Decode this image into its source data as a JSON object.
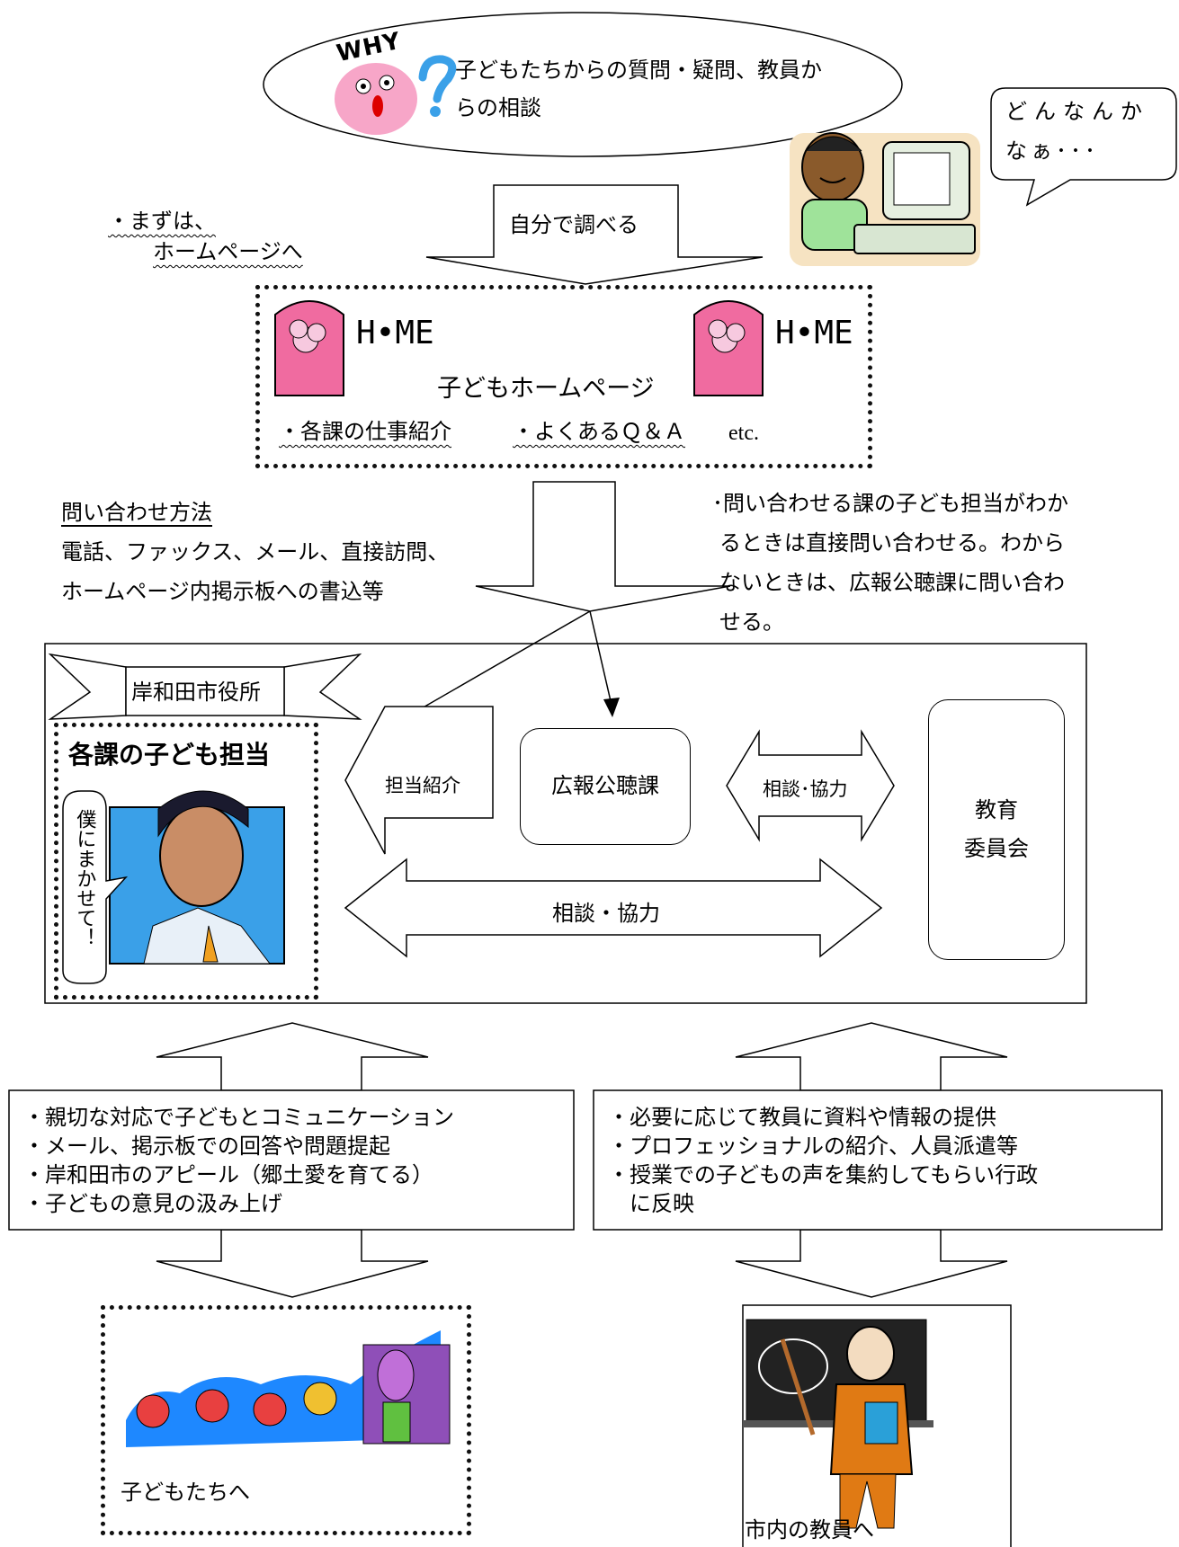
{
  "top_bubble": {
    "why": "WHY",
    "text": "子どもたちからの質問・疑問、教員か",
    "text2": "らの相談"
  },
  "speech": {
    "line1": "どんなんか",
    "line2": "なぁ･･･"
  },
  "step_arrow": {
    "label": "自分で調べる"
  },
  "first_note": {
    "line1": "・まずは、",
    "line2": "ホームページへ"
  },
  "homepage_box": {
    "logo_text": "H•ME",
    "title": "子どもホームページ",
    "item1": "・各課の仕事紹介",
    "item2": "・よくあるＱ＆Ａ",
    "etc": "etc."
  },
  "contact_methods": {
    "title": "問い合わせ方法",
    "line1": "電話、ファックス、メール、直接訪問、",
    "line2": "ホームページ内掲示板への書込等"
  },
  "contact_note": {
    "line1": "･問い合わせる課の子ども担当がわか",
    "line2": "るときは直接問い合わせる。わから",
    "line3": "ないときは、広報公聴課に問い合わ",
    "line4": "せる。"
  },
  "city_hall": {
    "banner": "岸和田市役所",
    "section_title": "各課の子ども担当",
    "bubble_text": "僕にまかせて！",
    "intro_arrow": "担当紹介",
    "pr_division": "広報公聴課",
    "consult_small": "相談･協力",
    "consult_wide": "相談・協力",
    "board_line1": "教育",
    "board_line2": "委員会"
  },
  "left_list": [
    "・親切な対応で子どもとコミュニケーション",
    "・メール、掲示板での回答や問題提起",
    "・岸和田市のアピール（郷土愛を育てる）",
    "・子どもの意見の汲み上げ"
  ],
  "right_list": [
    "・必要に応じて教員に資料や情報の提供",
    "・プロフェッショナルの紹介、人員派遣等",
    "・授業での子どもの声を集約してもらい行政",
    "　に反映"
  ],
  "children_target": "子どもたちへ",
  "teacher_target": "市内の教員へ",
  "colors": {
    "pink": "#f7a6c8",
    "door": "#f06ba0",
    "sky": "#3aa0e8"
  }
}
